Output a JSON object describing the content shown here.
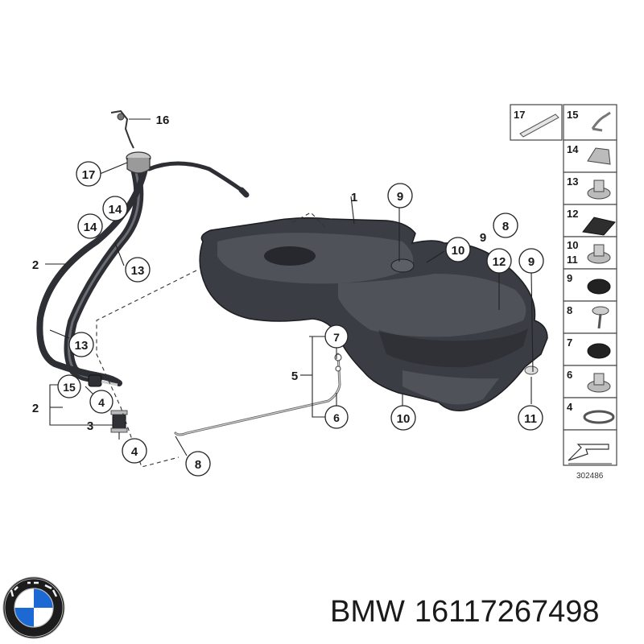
{
  "diagram": {
    "callouts": [
      "16",
      "17",
      "14",
      "14",
      "2",
      "13",
      "13",
      "1",
      "9",
      "9",
      "8",
      "10",
      "12",
      "9",
      "15",
      "4",
      "2",
      "3",
      "4",
      "7",
      "5",
      "6",
      "10",
      "11",
      "8"
    ],
    "reference_number": "302486"
  },
  "parts_table": {
    "rows": [
      {
        "left": "17",
        "right": "15"
      },
      {
        "right": "14"
      },
      {
        "right": "13"
      },
      {
        "right": "12"
      },
      {
        "right": "10",
        "right_sub": "11"
      },
      {
        "right": "9"
      },
      {
        "right": "8"
      },
      {
        "right": "7"
      },
      {
        "right": "6"
      },
      {
        "right": "4"
      }
    ]
  },
  "footer": {
    "brand": "BMW",
    "part_number": "16117267498"
  },
  "colors": {
    "tank": "#3a3d44",
    "outline": "#222222",
    "bmw_blue": "#1c69d4"
  }
}
